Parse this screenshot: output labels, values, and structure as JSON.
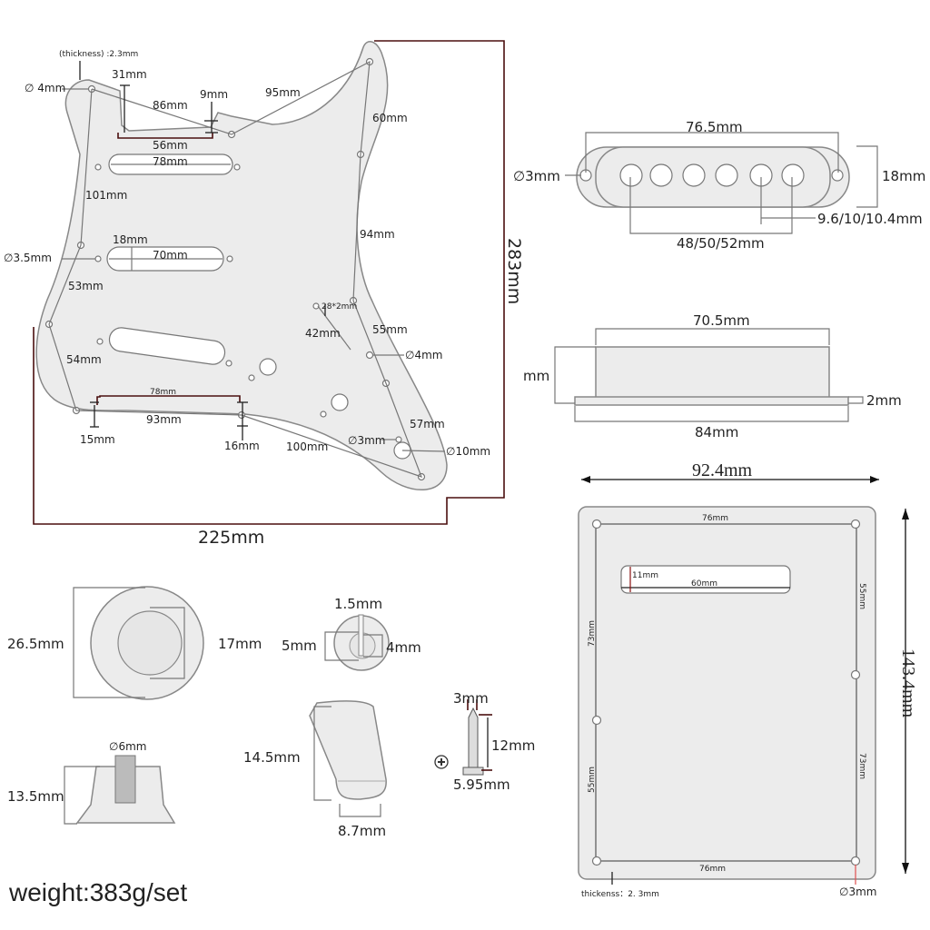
{
  "pickguard": {
    "thickness": "(thickness) :2.3mm",
    "hole_top_left": "∅ 4mm",
    "neck_depth": "31mm",
    "neck_diag": "86mm",
    "step": "9mm",
    "horn_diag": "95mm",
    "neck_width": "56mm",
    "horn_side": "60mm",
    "slot1": "78mm",
    "left_side": "101mm",
    "right_side": "94mm",
    "slot2_width": "18mm",
    "slot2_len": "70mm",
    "hole_left": "∅3.5mm",
    "left_lower": "53mm",
    "switch_slot": "28*2mm",
    "switch_len": "42mm",
    "right_lower": "55mm",
    "hole_right": "∅4mm",
    "bottom_left": "54mm",
    "cut_len": "78mm",
    "bottom_span": "93mm",
    "cut_left": "15mm",
    "cut_right": "16mm",
    "bottom_diag": "100mm",
    "right_bottom": "57mm",
    "hole_small": "∅3mm",
    "jack": "∅10mm",
    "height": "283mm",
    "width": "225mm"
  },
  "pickup_top": {
    "length": "76.5mm",
    "hole": "∅3mm",
    "width": "18mm",
    "pole_spacing": "9.6/10/10.4mm",
    "pole_span": "48/50/52mm"
  },
  "pickup_side": {
    "top": "70.5mm",
    "height": "mm",
    "flange": "2mm",
    "base": "84mm"
  },
  "knob": {
    "outer": "26.5mm",
    "inner": "17mm",
    "shaft": "∅6mm",
    "height": "13.5mm"
  },
  "switch_tip": {
    "slot": "1.5mm",
    "outer": "5mm",
    "inner": "4mm",
    "height": "14.5mm",
    "width": "8.7mm"
  },
  "screw": {
    "shank": "3mm",
    "length": "12mm",
    "head": "5.95mm"
  },
  "backplate": {
    "width": "92.4mm",
    "height": "143.4mm",
    "top_span": "76mm",
    "bottom_span": "76mm",
    "slot_h": "11mm",
    "slot_w": "60mm",
    "right_upper": "55mm",
    "right_lower": "73mm",
    "left_upper": "73mm",
    "left_lower": "55mm",
    "thickness": "thickenss：2. 3mm",
    "hole": "∅3mm"
  },
  "weight": "weight:383g/set"
}
